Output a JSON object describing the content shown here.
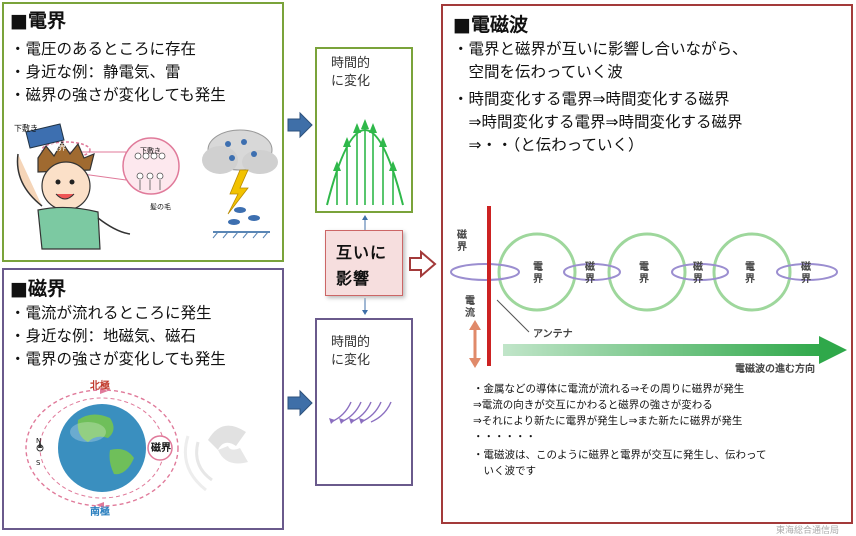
{
  "efield": {
    "title": "■電界",
    "bullets": [
      "・電圧のあるところに存在",
      "・身近な例：静電気、雷",
      "・磁界の強さが変化しても発生"
    ],
    "illus": {
      "shitajiki": "下敷き",
      "denkai": "電界",
      "shitajiki2": "下敷き",
      "kami": "髪の毛"
    }
  },
  "mfield": {
    "title": "■磁界",
    "bullets": [
      "・電流が流れるところに発生",
      "・身近な例：地磁気、磁石",
      "・電界の強さが変化しても発生"
    ],
    "illus": {
      "north": "北極",
      "south": "南極",
      "jikai": "磁界",
      "n": "N",
      "s": "S"
    }
  },
  "middle": {
    "top_label": [
      "時間的",
      "に変化"
    ],
    "bottom_label": [
      "時間的",
      "に変化"
    ],
    "mutual": [
      "互いに",
      "影響"
    ]
  },
  "wave": {
    "title": "■電磁波",
    "bullets": [
      "・電界と磁界が互いに影響し合いながら、",
      "　空間を伝わっていく波",
      "・時間変化する電界⇒時間変化する磁界",
      "　⇒時間変化する電界⇒時間変化する磁界",
      "　⇒・・（と伝わっていく）"
    ],
    "diagram": {
      "jikai_v": "磁界",
      "denryu_v": "電流",
      "antenna": "アンテナ",
      "direction": "電磁波の進む方向",
      "loops": [
        "電界",
        "磁界",
        "電界",
        "磁界",
        "電界",
        "磁界"
      ]
    },
    "notes": [
      "・金属などの導体に電流が流れる⇒その周りに磁界が発生",
      "⇒電流の向きが交互にかわると磁界の強さが変わる",
      "⇒それにより新たに電界が発生し⇒また新たに磁界が発生",
      "・・・・・・",
      "・電磁波は、このように磁界と電界が交互に発生し、伝わって",
      "　いく波です"
    ]
  },
  "credit": "東海総合通信局",
  "colors": {
    "green": "#7aa33a",
    "purple": "#6a5a8c",
    "red": "#a33a3a",
    "arrow_blue": "#3f6fa8",
    "red_line": "#cc2222"
  }
}
